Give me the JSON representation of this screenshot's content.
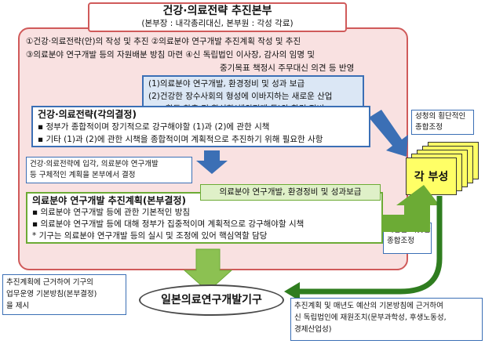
{
  "hq": {
    "title": "건강·의료전략 추진본부",
    "subtitle": "(본부장 : 내각총리대신,  본부원 : 각성 각료)"
  },
  "duties": [
    "①건강·의료전략(안)의 작성 및 추진   ②의료분야 연구개발 추진계획 작성 및 추진",
    "③의료분야 연구개발 등의 자원배분 방침 마련   ④신 독립법인 이사장, 감사의 임명 및",
    "중기목표 책정시 주무대신 의견 등 반영"
  ],
  "blue_box": [
    "(1)의료분야 연구개발, 환경정비 및 성과 보급",
    "(2)건강한 장수사회의 형성에 이바지하는 새로운 산업",
    "활동 창출 및 활성화(해외전개 등)와 환경 정비"
  ],
  "strategy": {
    "title": "건강·의료전략(각의결정)",
    "items": [
      "▪  정부가 종합적이며 장기적으로 강구해야할 (1)과 (2)에 관한 시책",
      "▪  기타 (1)과 (2)에 관한 시책을 종합적이며 계획적으로 추진하기 위해 필요한 사항"
    ]
  },
  "note_left": [
    "건강·의료전략에 입각, 의료분야 연구개발",
    "등 구체적인 계획을 본부에서 결정"
  ],
  "plan": {
    "title": "의료분야 연구개발 추진계획(본부결정)",
    "items": [
      "▪  의료분야 연구개발 등에 관한 기본적인 방침",
      "▪  의료분야 연구개발 등에 대해 정부가 집중적이며 계획적으로 강구해야할 시책",
      "  * 기구는 의료분야 연구개발 등의 실시 및 조정에 있어 핵심역할 담당"
    ]
  },
  "green_label": "의료분야 연구개발, 환경정비 및 성과보급",
  "side_note": [
    "성청의 횡단적인",
    "종합조정"
  ],
  "department": "각 부성",
  "budget_note": [
    "예산을 비롯한",
    "종합조정"
  ],
  "agency": "일본의료연구개발기구",
  "bottom_left_note": [
    "추진계획에 근거하여 기구의",
    "업무운영 기본방침(본부결정)",
    "을 제시"
  ],
  "bottom_right_note": [
    "추진계획 및 매년도 예산의 기본방침에 근거하여",
    "신 독립법인에 재원조치(문부과학성, 후생노동성,",
    "경제산업성)"
  ],
  "colors": {
    "panel_fill": "#f9e1e1",
    "panel_border": "#d05a5a",
    "blue": "#3b6fb5",
    "green": "#6cab35",
    "yellow": "#ffff66"
  }
}
